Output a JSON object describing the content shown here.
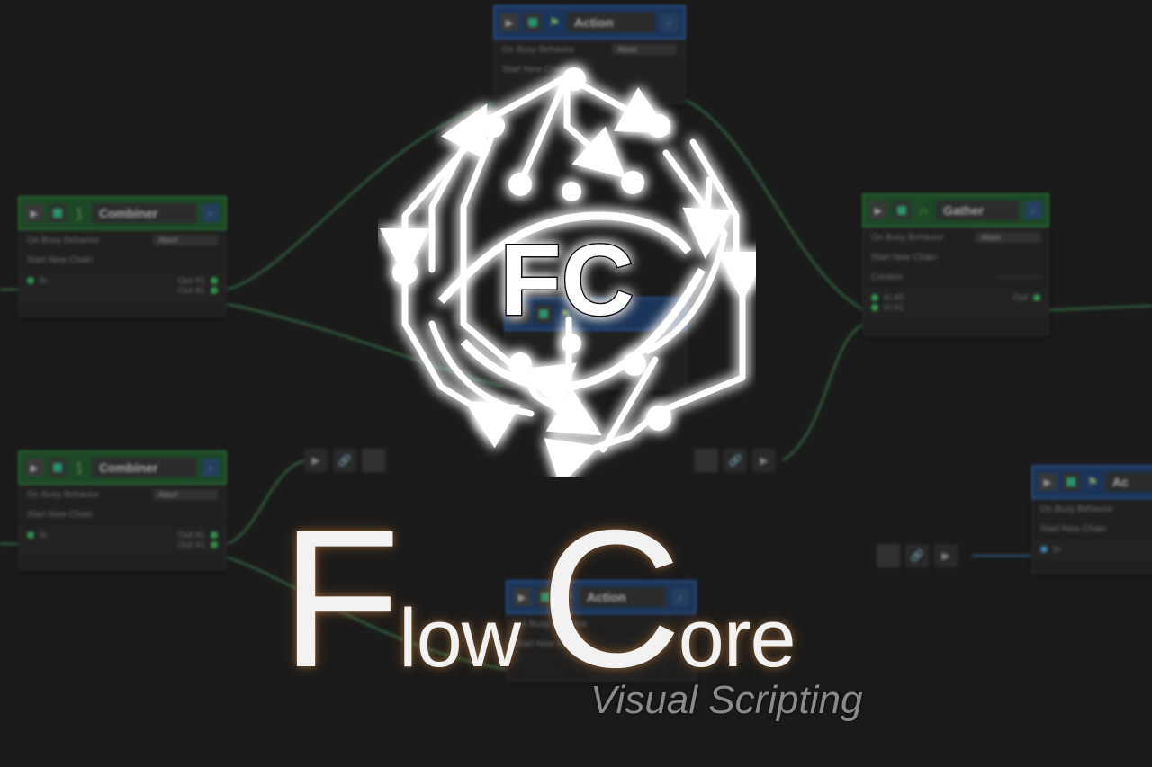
{
  "brand": {
    "title_F": "F",
    "title_low": "low",
    "title_C": "C",
    "title_ore": "ore",
    "subtitle": "Visual Scripting",
    "logo_letters": "FC"
  },
  "nodes": {
    "action_top": {
      "title": "Action",
      "props": [
        {
          "label": "On Busy Behavior",
          "value": "Abort"
        },
        {
          "label": "Start New Chain",
          "value": ""
        }
      ]
    },
    "combiner_1": {
      "title": "Combiner",
      "props": [
        {
          "label": "On Busy Behavior",
          "value": "Abort"
        },
        {
          "label": "Start New Chain",
          "value": ""
        }
      ],
      "in": "In",
      "out1": "Out #1",
      "out2": "Out #1"
    },
    "combiner_2": {
      "title": "Combiner",
      "props": [
        {
          "label": "On Busy Behavior",
          "value": "Abort"
        },
        {
          "label": "Start New Chain",
          "value": ""
        }
      ],
      "in": "In",
      "out1": "Out #1",
      "out2": "Out #1"
    },
    "gather": {
      "title": "Gather",
      "props": [
        {
          "label": "On Busy Behavior",
          "value": "Abort"
        },
        {
          "label": "Start New Chain",
          "value": ""
        },
        {
          "label": "Context",
          "value": ""
        }
      ],
      "in1": "In #0",
      "in2": "In #1",
      "out": "Out"
    },
    "action_right": {
      "title": "Ac",
      "props": [
        {
          "label": "On Busy Behavior",
          "value": ""
        },
        {
          "label": "Start New Chain",
          "value": ""
        }
      ],
      "in": "In"
    },
    "action_bottom": {
      "title": "Action",
      "props": [
        {
          "label": "On Busy Behavior",
          "value": ""
        },
        {
          "label": "Start New Chain",
          "value": ""
        }
      ]
    }
  },
  "colors": {
    "background": "#1b1b1b",
    "green_node": "#2f8a3c",
    "blue_node": "#2f66b5",
    "wire": "#3f8a55",
    "wire_blue": "#3b6fa8",
    "logo": "#ffffff",
    "glow": "#c98a4a"
  },
  "icons": [
    "play-icon",
    "stop-icon",
    "walker-icon",
    "search-icon",
    "link-icon",
    "combine-icon",
    "gather-icon"
  ]
}
